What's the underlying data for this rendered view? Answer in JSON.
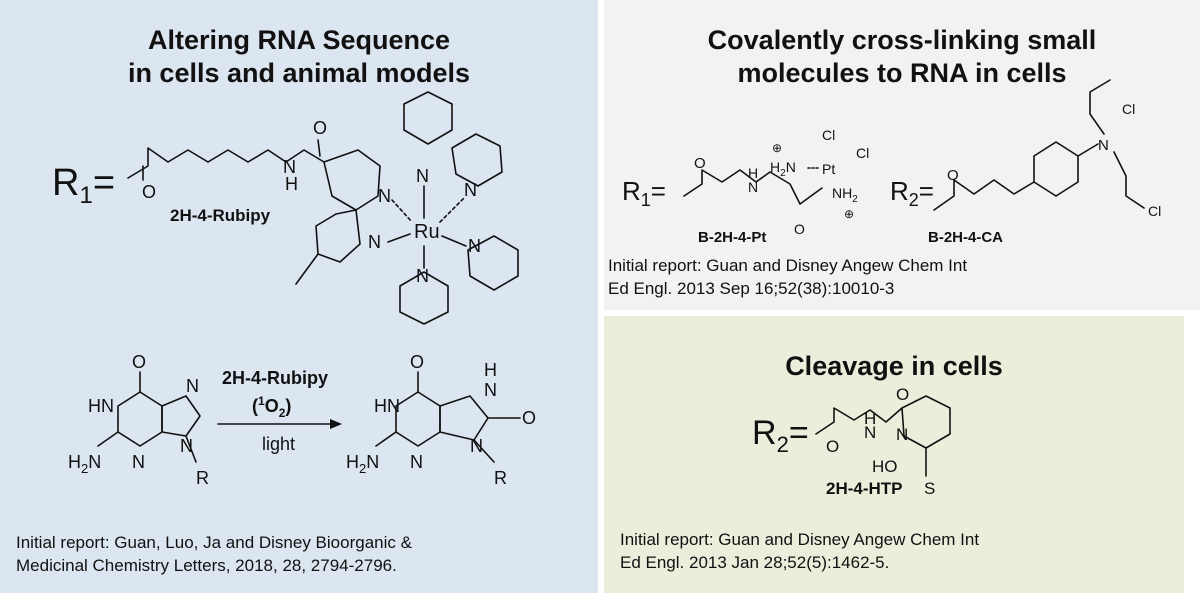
{
  "colors": {
    "left_panel": "#dce6f1",
    "top_right_panel": "#f2f2f2",
    "bottom_right_panel": "#eaefdc"
  },
  "left": {
    "title_line1": "Altering RNA Sequence",
    "title_line2": "in cells and animal models",
    "r_label": "R",
    "r_sub": "1",
    "compound": "2H-4-Rubipy",
    "metal": "Ru",
    "reaction_reagent": "2H-4-Rubipy",
    "reaction_singlet": "1",
    "reaction_o": "O",
    "reaction_o_sub": "2",
    "reaction_condition": "light",
    "ref_line1": "Initial report: Guan, Luo, Ja and Disney Bioorganic &",
    "ref_line2": "Medicinal Chemistry Letters, 2018, 28, 2794-2796."
  },
  "top_right": {
    "title_line1": "Covalently cross-linking small",
    "title_line2": "molecules to RNA in cells",
    "r1_label": "R",
    "r1_sub": "1",
    "r2_label": "R",
    "r2_sub": "2",
    "compound1": "B-2H-4-Pt",
    "compound2": "B-2H-4-CA",
    "metal": "Pt",
    "ref_line1": "Initial report:  Guan and Disney Angew Chem Int",
    "ref_line2": "Ed Engl. 2013 Sep 16;52(38):10010-3"
  },
  "bottom_right": {
    "title": "Cleavage in cells",
    "r_label": "R",
    "r_sub": "2",
    "compound": "2H-4-HTP",
    "ref_line1": "Initial report: Guan and Disney Angew Chem Int",
    "ref_line2": "Ed Engl. 2013 Jan 28;52(5):1462-5."
  },
  "atoms": {
    "N": "N",
    "H": "H",
    "O": "O",
    "S": "S",
    "Cl": "Cl",
    "R": "R",
    "HN": "HN",
    "H2N": "H",
    "NH2": "NH",
    "two": "2",
    "plus": "⊕",
    "HO": "HO"
  }
}
